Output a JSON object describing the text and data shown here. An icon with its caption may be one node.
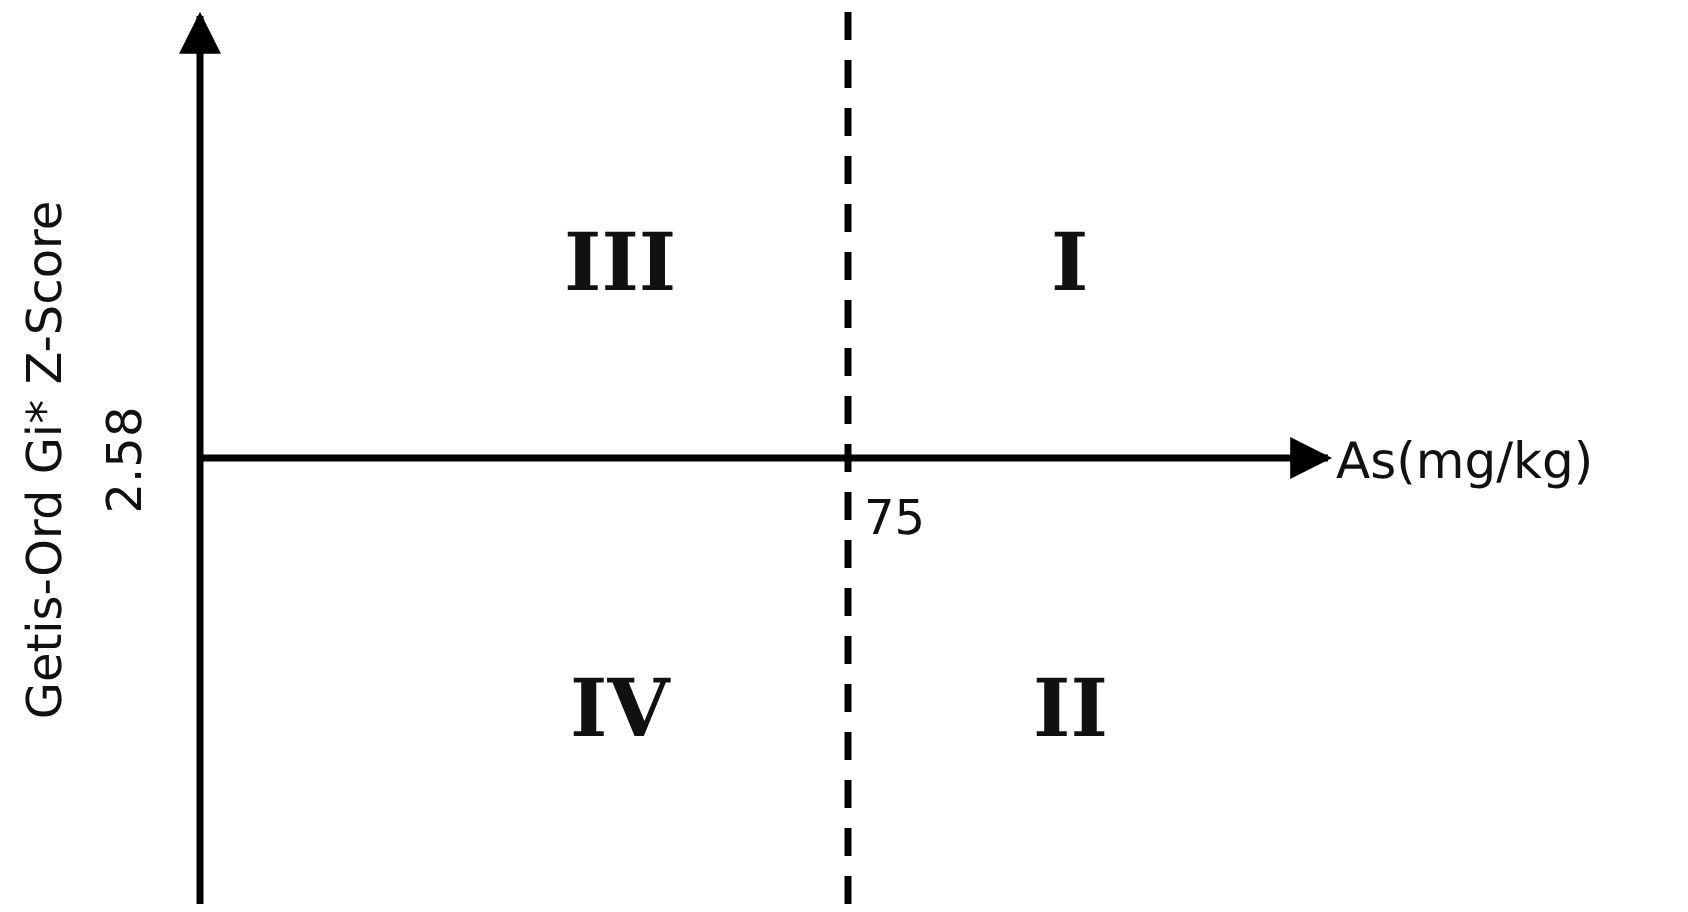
{
  "diagram": {
    "labels": [
      "Getis-Ord Gi* Z-Score",
      "2.58",
      "III",
      "I",
      "As(mg/kg)",
      "75",
      "IV",
      "II"
    ]
  }
}
